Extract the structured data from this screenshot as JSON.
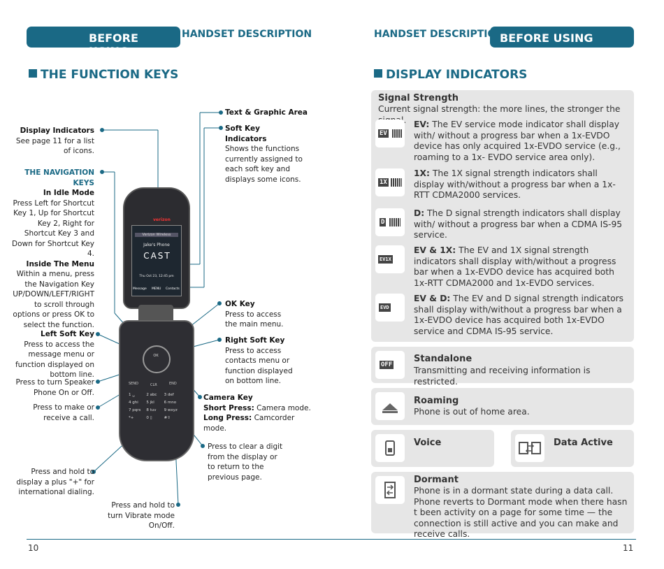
{
  "left": {
    "tab": "BEFORE USING",
    "section": "HANDSET DESCRIPTION",
    "heading": "THE FUNCTION KEYS",
    "page": "10",
    "labels": {
      "text_graphic": "Text & Graphic Area",
      "soft_key_ind_title": "Soft Key Indicators",
      "soft_key_ind_desc": "Shows the functions currently assigned to each soft key and displays some icons.",
      "display_ind_title": "Display Indicators",
      "display_ind_desc": "See page 11 for a list of icons.",
      "nav_title": "THE NAVIGATION KEYS",
      "idle_title": "In Idle Mode",
      "idle_desc": "Press Left for Shortcut Key 1, Up for Shortcut Key 2, Right for Shortcut Key 3 and Down for Shortcut Key 4.",
      "menu_title": "Inside The Menu",
      "menu_desc": "Within a menu, press the Navigation Key UP/DOWN/LEFT/RIGHT to scroll through options or press OK to select the function.",
      "ok_title": "OK Key",
      "ok_desc": "Press to access the main menu.",
      "lsk_title": "Left Soft Key",
      "lsk_desc": "Press to access the message menu or function displayed on bottom line.",
      "rsk_title": "Right Soft Key",
      "rsk_desc": "Press to access contacts menu or function displayed on bottom line.",
      "speaker": "Press to turn Speaker Phone On or Off.",
      "send": "Press to make or receive a call.",
      "camera_title": "Camera Key",
      "camera_short_label": "Short Press:",
      "camera_short": "Camera mode.",
      "camera_long_label": "Long Press:",
      "camera_long": "Camcorder mode.",
      "clr": "Press to clear a digit from the display or to return to the previous page.",
      "plus": "Press and hold to display a plus \"+\" for international dialing.",
      "vibrate": "Press and hold to turn Vibrate mode On/Off."
    },
    "phone": {
      "brand": "verizon",
      "carrier": "Verizon Wireless",
      "owner": "Jake's Phone",
      "wallpaper": "CAST",
      "date": "Thu Oct 23, 12:45 pm",
      "soft_left": "Message",
      "soft_mid": "MENU",
      "soft_right": "Contacts",
      "ok": "OK",
      "send": "SEND",
      "clr": "CLR",
      "end": "END",
      "keys": [
        "1 ␣",
        "2 abc",
        "3 def",
        "4 ghi",
        "5 jkl",
        "6 mno",
        "7 pqrs",
        "8 tuv",
        "9 wxyz",
        "*+",
        "0 ▯",
        "#⇧"
      ]
    }
  },
  "right": {
    "tab": "BEFORE USING",
    "section": "HANDSET DESCRIPTION",
    "heading": "DISPLAY INDICATORS",
    "page": "11",
    "signal_title": "Signal Strength",
    "signal_desc": "Current signal strength: the more lines, the stronger the signal.",
    "items": [
      {
        "icon_text": "EV",
        "label": "EV:",
        "text": "The EV service mode indicator shall display with/ without a progress bar when a 1x-EVDO device has only acquired 1x-EVDO service (e.g., roaming to a 1x- EVDO service area only)."
      },
      {
        "icon_text": "1X",
        "label": "1X:",
        "text": "The 1X signal strength indicators shall display with/without a progress bar when a 1x-RTT CDMA2000 services."
      },
      {
        "icon_text": "D",
        "label": "D:",
        "text": "The D signal strength indicators shall display with/ without a progress bar when a CDMA IS-95 service."
      },
      {
        "icon_text": "EV1X",
        "label": "EV & 1X:",
        "text": "The EV and 1X signal strength indicators shall display with/without a progress bar when a 1x-EVDO device has acquired both 1x-RTT CDMA2000 and 1x-EVDO services."
      },
      {
        "icon_text": "EVD",
        "label": "EV & D:",
        "text": "The EV and D signal strength indicators shall display with/without a progress bar when a 1x-EVDO device has acquired both 1x-EVDO service and CDMA IS-95 service."
      }
    ],
    "standalone_icon": "OFF",
    "standalone_title": "Standalone",
    "standalone_desc": "Transmitting and receiving information is restricted.",
    "roaming_title": "Roaming",
    "roaming_desc": "Phone is out of home area.",
    "voice_title": "Voice",
    "data_title": "Data Active",
    "dormant_title": "Dormant",
    "dormant_desc": "Phone is in a dormant state during a data call. Phone reverts to Dormant mode when there hasn t been activity on a page for some time — the connection is still active and you can make and receive calls."
  }
}
